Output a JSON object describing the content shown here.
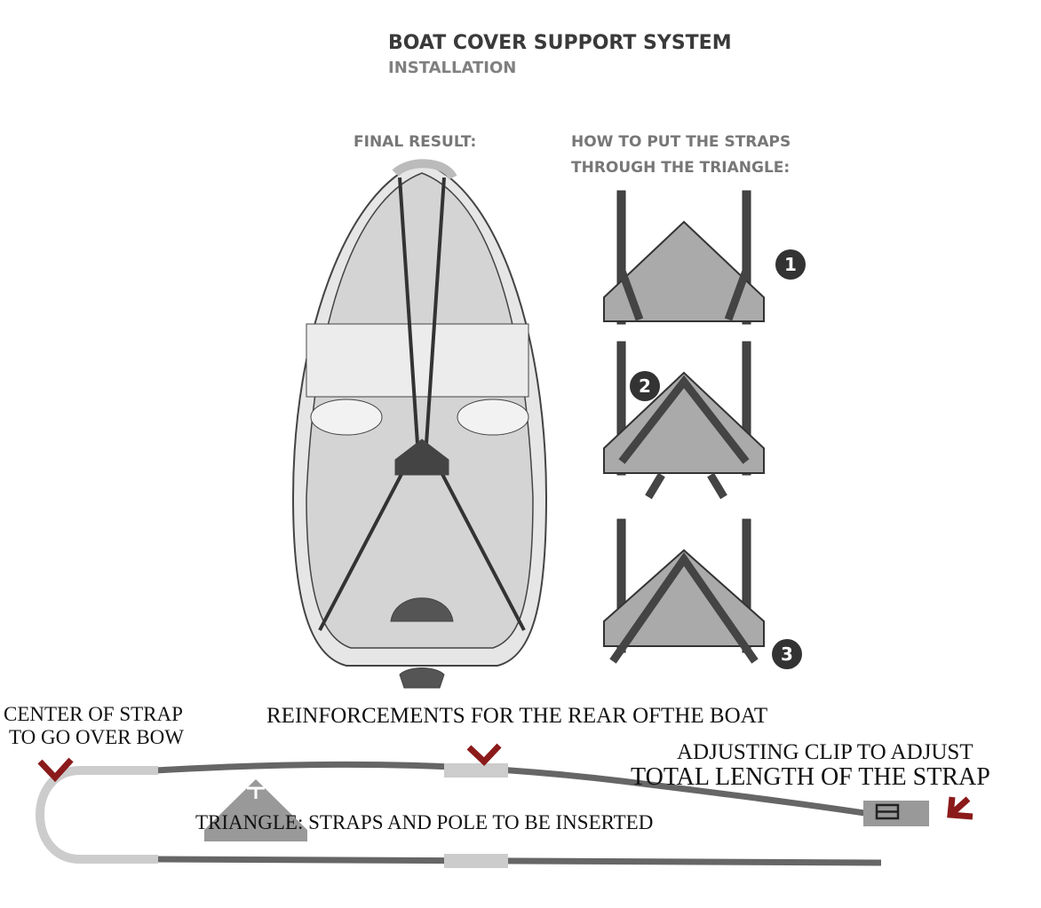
{
  "header": {
    "title": "BOAT COVER SUPPORT SYSTEM",
    "subtitle": "INSTALLATION"
  },
  "final_result": {
    "label": "FINAL RESULT:"
  },
  "how_to": {
    "line1": "HOW TO PUT THE STRAPS",
    "line2": "THROUGH THE TRIANGLE:",
    "steps": [
      "1",
      "2",
      "3"
    ]
  },
  "annotations": {
    "bow_line1": "CENTER OF STRAP",
    "bow_line2": "TO GO OVER BOW",
    "reinforcements": "REINFORCEMENTS FOR THE REAR OFTHE BOAT",
    "clip_line1": "ADJUSTING CLIP TO ADJUST",
    "clip_line2": "TOTAL LENGTH OF THE STRAP",
    "triangle": "TRIANGLE: STRAPS AND POLE TO BE INSERTED"
  },
  "colors": {
    "arrow": "#8b1a1a",
    "strap": "#666666",
    "part": "#9a9a9a"
  }
}
